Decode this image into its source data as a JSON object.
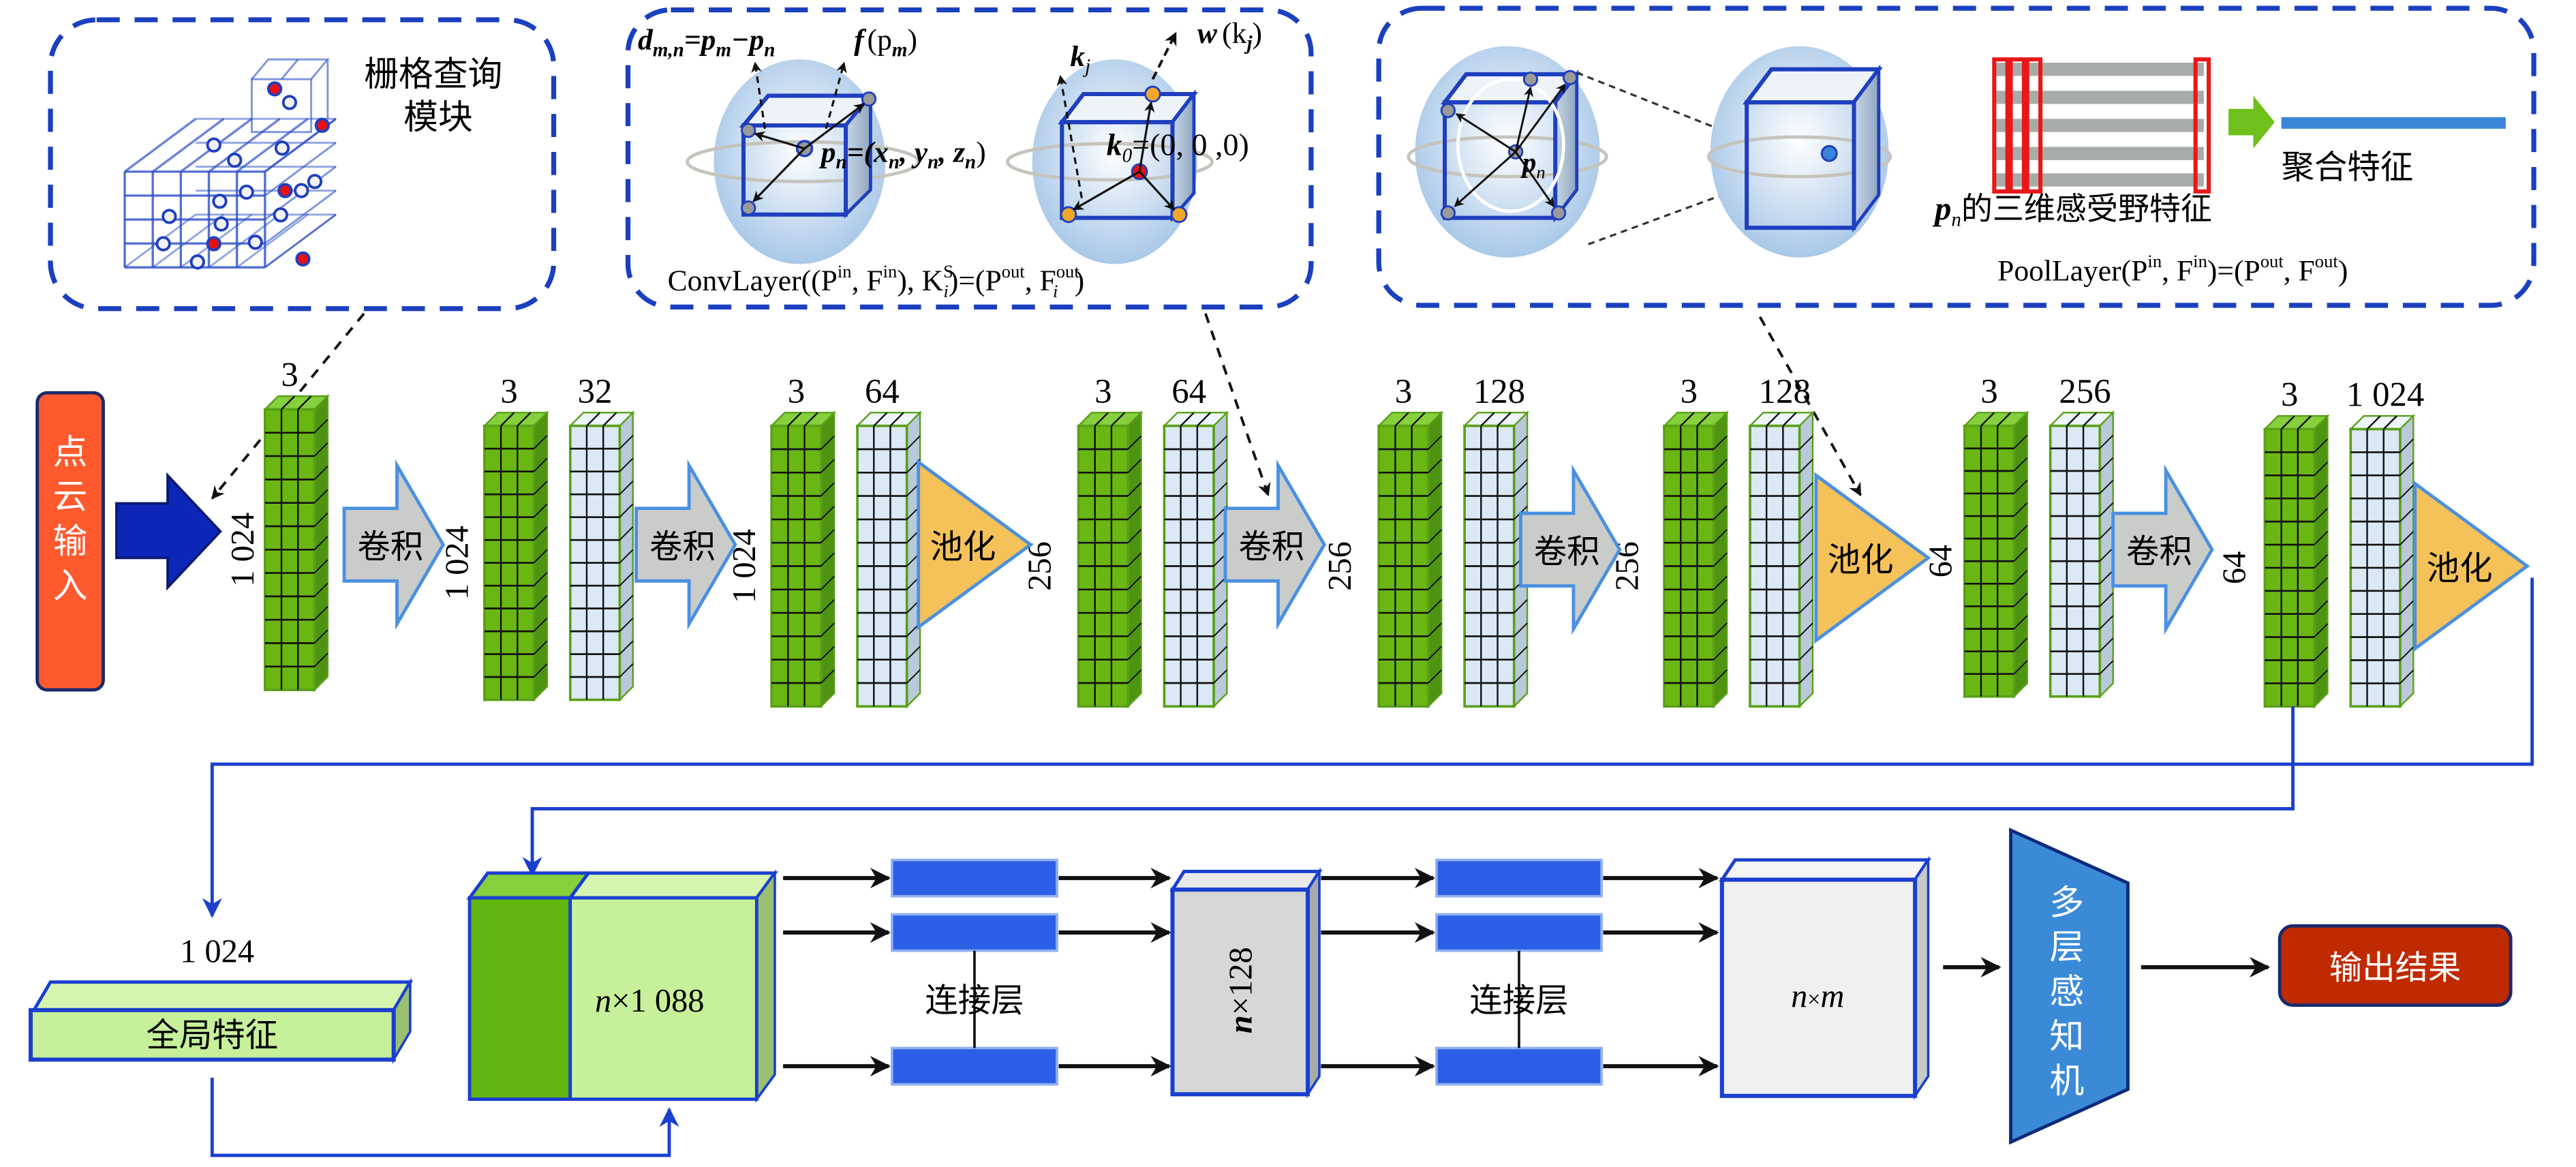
{
  "colors": {
    "dashed_border": "#1a3fbf",
    "green_block": "#6ab714",
    "light_block": "#dbe8f5",
    "conv_arrow_fill": "#c9ccc9",
    "conv_arrow_stroke": "#4a90e2",
    "pool_fill": "#f5c25a",
    "input_fill": "#ff5a2e",
    "input_arrow": "#0c27b8",
    "output_fill": "#c02a00",
    "mlp_fill": "#3b8ad8",
    "fc_blue": "#2c5fe6",
    "connector_blue": "#1a3fcf",
    "global_fill": "#c6f09a",
    "concat_dark": "#62b40f"
  },
  "top_panels": {
    "grid_query": {
      "label_line1": "栅格查询",
      "label_line2": "模块"
    },
    "conv": {
      "diff_label": "d",
      "diff_sub": "m,n",
      "diff_eq": "=p",
      "diff_eq_sub1": "m",
      "diff_minus": "−p",
      "diff_eq_sub2": "n",
      "feat_label": "f",
      "feat_arg": "(p",
      "feat_arg_sub": "m",
      "feat_close": ")",
      "center_label": "p",
      "center_sub": "n",
      "center_eq": "=(x",
      "center_x_sub": "n",
      "center_y": ", y",
      "center_y_sub": "n",
      "center_z": ", z",
      "center_z_sub": "n",
      "center_close": ")",
      "kernel_j": "k",
      "kernel_j_sub": "j",
      "weight": "w",
      "weight_arg": "(k",
      "weight_arg_sub": "j",
      "weight_close": ")",
      "kernel_0": "k",
      "kernel_0_sub": "0",
      "kernel_0_val": "=(0, 0 ,0)",
      "formula": "ConvLayer((P",
      "formula_sup1": "in",
      "formula_p2": ", F",
      "formula_sup2": "in",
      "formula_p3": "), K",
      "formula_sup3": "S",
      "formula_sub3": "i",
      "formula_p4": ")=(P",
      "formula_sup4": "out",
      "formula_p5": ", F",
      "formula_sup5": "out",
      "formula_sub5": "i",
      "formula_p6": ")"
    },
    "pool": {
      "rf_label_p": "p",
      "rf_label_sub": "n",
      "aggregate_label": "聚合特征",
      "rf_feature_label": "的三维感受野特征",
      "formula": "PoolLayer(P",
      "formula_sup1": "in",
      "formula_p2": ", F",
      "formula_sup2": "in",
      "formula_p3": ")=(P",
      "formula_sup3": "out",
      "formula_p4": ", F",
      "formula_sup4": "out",
      "formula_p5": ")"
    }
  },
  "pipeline": {
    "input_label": [
      "点",
      "云",
      "输",
      "入"
    ],
    "conv_label": "卷积",
    "pool_label": "池化",
    "stages": [
      {
        "height_label": "1 024",
        "blocks": [
          {
            "kind": "green",
            "top_label": "3"
          }
        ]
      },
      {
        "height_label": "1 024",
        "blocks": [
          {
            "kind": "green",
            "top_label": "3"
          },
          {
            "kind": "light",
            "top_label": "32"
          }
        ]
      },
      {
        "height_label": "1 024",
        "blocks": [
          {
            "kind": "green",
            "top_label": "3"
          },
          {
            "kind": "light",
            "top_label": "64"
          }
        ]
      },
      {
        "height_label": "256",
        "blocks": [
          {
            "kind": "green",
            "top_label": "3"
          },
          {
            "kind": "light",
            "top_label": "64"
          }
        ]
      },
      {
        "height_label": "256",
        "blocks": [
          {
            "kind": "green",
            "top_label": "3"
          },
          {
            "kind": "light",
            "top_label": "128"
          }
        ]
      },
      {
        "height_label": "256",
        "blocks": [
          {
            "kind": "green",
            "top_label": "3"
          },
          {
            "kind": "light",
            "top_label": "128"
          }
        ]
      },
      {
        "height_label": "64",
        "blocks": [
          {
            "kind": "green",
            "top_label": "3"
          },
          {
            "kind": "light",
            "top_label": "256"
          }
        ]
      },
      {
        "height_label": "64",
        "blocks": [
          {
            "kind": "green",
            "top_label": "3"
          },
          {
            "kind": "light",
            "top_label": "1 024"
          }
        ]
      }
    ]
  },
  "bottom": {
    "global_dim": "1 024",
    "global_label": "全局特征",
    "concat_label_n": "n",
    "concat_label_rest": "×1 088",
    "connect_label": "连接层",
    "mid_label_n": "n",
    "mid_label_rest": "×128",
    "out_block_n": "n",
    "out_block_x": "×",
    "out_block_m": "m",
    "mlp_label": [
      "多",
      "层",
      "感",
      "知",
      "机"
    ],
    "output_label": "输出结果"
  }
}
